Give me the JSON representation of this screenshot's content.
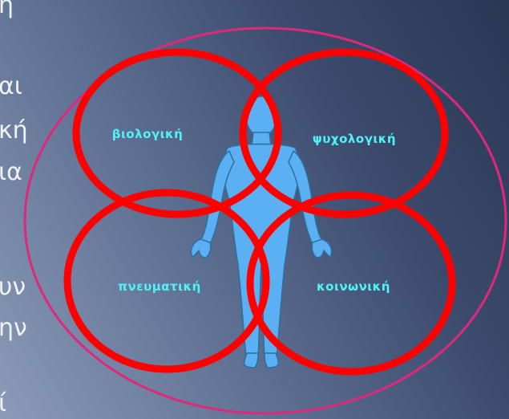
{
  "colors": {
    "outer_ellipse": "#e0287a",
    "circles": "#ff0000",
    "figure": "#5ab0f2",
    "labels": "#4ff3f7",
    "left_text": "#eef1f7"
  },
  "left_text_fragments": [
    "ή",
    "αι",
    "κή",
    "ια",
    "υν",
    "ην",
    "ί"
  ],
  "diagram": {
    "labels": {
      "top_left": "βιολογική",
      "top_right": "ψυχολογική",
      "bottom_left": "πνευματική",
      "bottom_right": "κοινωνική"
    },
    "figure_icon": "human-figure-icon"
  }
}
